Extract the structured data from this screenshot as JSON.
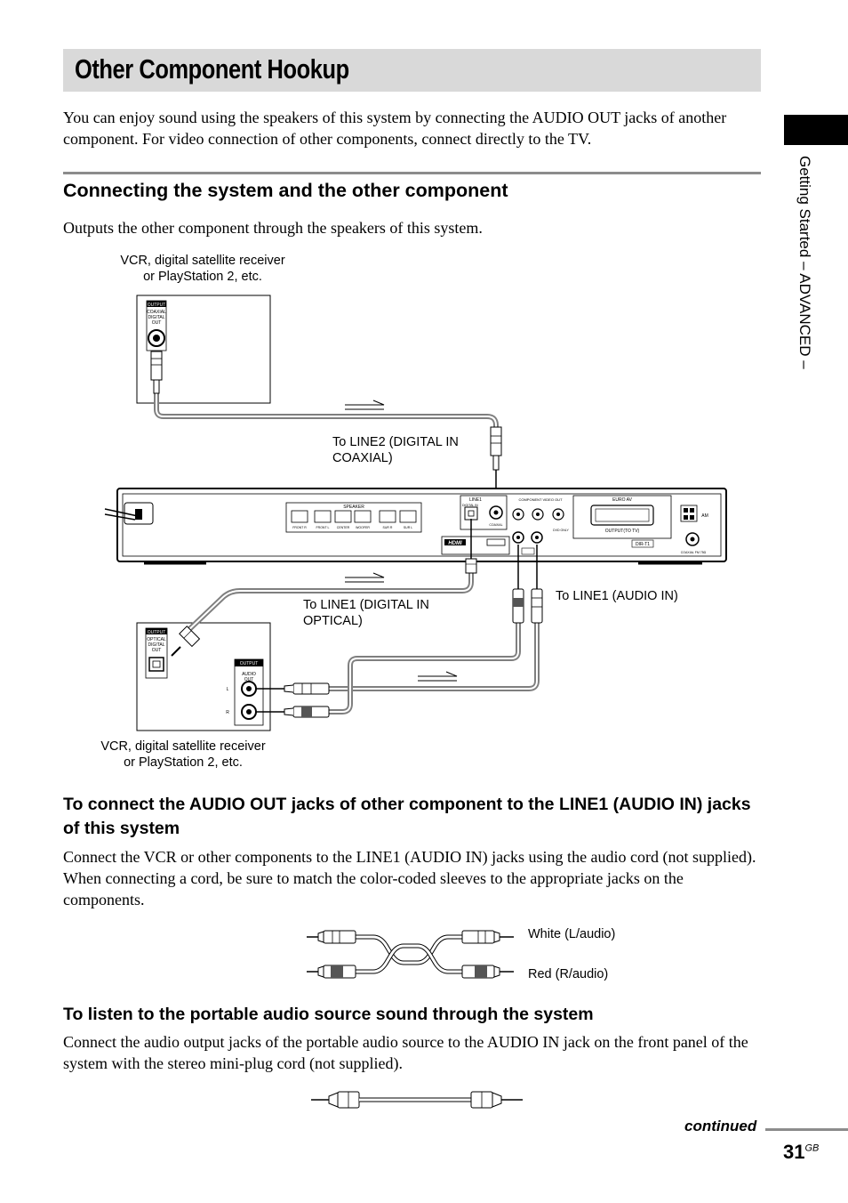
{
  "page": {
    "title": "Other Component Hookup",
    "intro": "You can enjoy sound using the speakers of this system by connecting the AUDIO OUT jacks of another component. For video connection of other components, connect directly to the TV.",
    "side_tab": "Getting Started – ADVANCED –",
    "continued": "continued",
    "page_number": "31",
    "page_suffix": "GB"
  },
  "section1": {
    "heading": "Connecting the system and the other component",
    "text": "Outputs the other component through the speakers of this system."
  },
  "diagram1": {
    "device_top_label_line1": "VCR, digital satellite receiver",
    "device_top_label_line2": "or PlayStation 2, etc.",
    "device_bottom_label_line1": "VCR, digital satellite receiver",
    "device_bottom_label_line2": "or PlayStation 2, etc.",
    "label_line2_line1": "To LINE2 (DIGITAL IN",
    "label_line2_line2": "COAXIAL)",
    "label_line1_optical_line1": "To LINE1 (DIGITAL IN",
    "label_line1_optical_line2": "OPTICAL)",
    "label_line1_audio": "To LINE1 (AUDIO IN)",
    "panel_text": {
      "output": "OUTPUT",
      "coaxial": "COAXIAL",
      "digital": "DIGITAL",
      "out": "OUT",
      "optical": "OPTICAL",
      "audio": "AUDIO",
      "l": "L",
      "r": "R",
      "speaker": "SPEAKER",
      "front_r": "FRONT R",
      "front_l": "FRONT L",
      "center": "CENTER",
      "woofer": "WOOFER",
      "surr_r": "SUR R",
      "surr_l": "SUR L",
      "line1": "LINE1",
      "line2": "LINE2",
      "digital_in": "DIGITAL IN",
      "component_video_out": "COMPONENT VIDEO OUT",
      "euro_av": "EURO AV",
      "output_to_tv": "OUTPUT(TO TV)",
      "hdmi": "HDMI",
      "dir_t1": "DIR-T1",
      "am": "AM",
      "coaxial_fm": "COAXIAL FM 75Ω",
      "dvd_only": "DVD ONLY"
    }
  },
  "section2": {
    "heading": "To connect the AUDIO OUT jacks of other component to the LINE1 (AUDIO IN) jacks of this system",
    "text": "Connect the VCR or other components to the LINE1 (AUDIO IN) jacks using the audio cord (not supplied). When connecting a cord, be sure to match the color-coded sleeves to the appropriate jacks on the components.",
    "label_white": "White (L/audio)",
    "label_red": "Red (R/audio)"
  },
  "section3": {
    "heading": "To listen to the portable audio source sound through the system",
    "text": "Connect the audio output jacks of the portable audio source to the AUDIO IN jack on the front panel of the system with the stereo mini-plug cord (not supplied)."
  }
}
